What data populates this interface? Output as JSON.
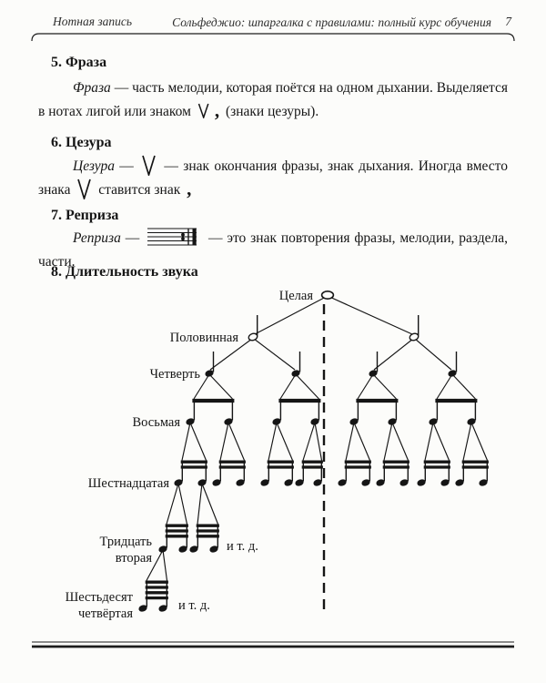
{
  "header": {
    "running_title_left": "Нотная запись",
    "running_title_right": "Сольфеджио: шпаргалка с правилами: полный курс обучения",
    "page_number": "7"
  },
  "symbols": {
    "breath_comma": ","
  },
  "sections": {
    "phrase": {
      "heading": "5. Фраза",
      "term": "Фраза",
      "text_1": " — часть мелодии, которая поётся на одном дыхании. Выделяется в нотах лигой или знаком ",
      "text_2": " (знаки цезуры)."
    },
    "caesura": {
      "heading": "6. Цезура",
      "term": "Цезура",
      "dash": " — ",
      "text_1": " — знак окончания фразы, знак дыхания. Иногда вместо знака ",
      "text_2": " ставится знак "
    },
    "reprise": {
      "heading": "7. Реприза",
      "term": "Реприза",
      "dash": " — ",
      "text_1": " — это знак повторения фразы, мелодии, раздела, части."
    },
    "duration": {
      "heading": "8. Длительность звука"
    }
  },
  "diagram": {
    "labels": {
      "whole": "Целая",
      "half": "Половинная",
      "quarter": "Четверть",
      "eighth": "Восьмая",
      "sixteenth": "Шестнадцатая",
      "thirty_second_line1": "Тридцать",
      "thirty_second_line2": "вторая",
      "etc_1": "и т. д.",
      "sixty_fourth_line1": "Шестьдесят",
      "sixty_fourth_line2": "четвёртая",
      "etc_2": "и т. д."
    }
  }
}
